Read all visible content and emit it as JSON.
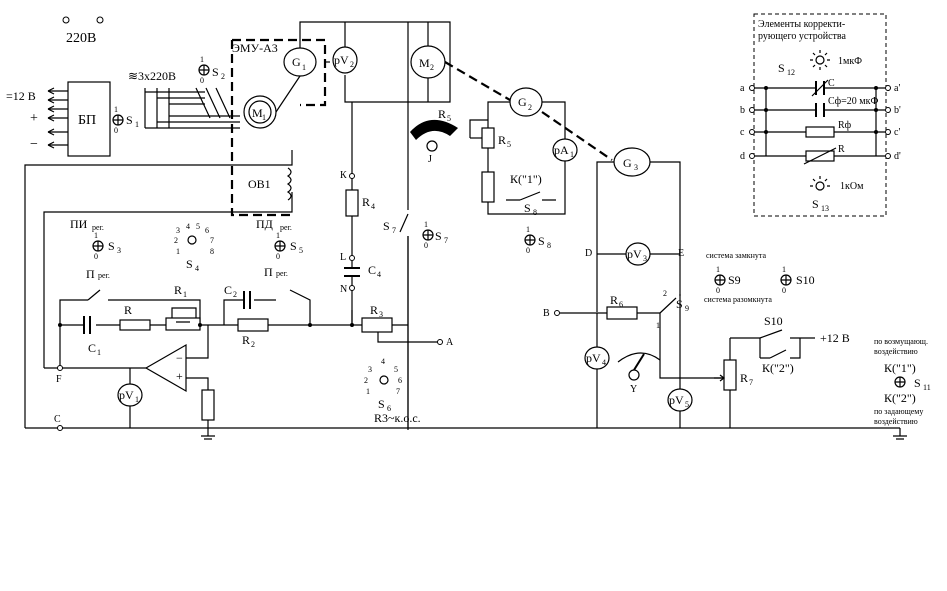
{
  "power": {
    "mains": "220В",
    "dc_out": "=12 В",
    "plus": "+",
    "minus": "−",
    "supply": "БП",
    "three_phase": "≋3х220В"
  },
  "machines": {
    "emu": "ЭМУ-А3",
    "g1": "G",
    "g1_sub": "1",
    "m1": "M",
    "m1_sub": "1",
    "m2": "M",
    "m2_sub": "2",
    "g2": "G",
    "g2_sub": "2",
    "g3": "G",
    "g3_sub": "3",
    "ov1": "ОВ1"
  },
  "meters": {
    "pv2": "pV",
    "pv2_sub": "2",
    "pa1": "pA",
    "pa1_sub": "1",
    "pv3": "pV",
    "pv3_sub": "3",
    "pv4": "pV",
    "pv4_sub": "4",
    "pv5": "pV",
    "pv5_sub": "5",
    "pv1": "pV",
    "pv1_sub": "1"
  },
  "switches": {
    "s1": "S",
    "s1_sub": "1",
    "s2": "S",
    "s2_sub": "2",
    "s3": "S",
    "s3_sub": "3",
    "s4": "S",
    "s4_sub": "4",
    "s5": "S",
    "s5_sub": "5",
    "s6": "S",
    "s6_sub": "6",
    "s7": "S",
    "s7_sub": "7",
    "s8": "S",
    "s8_sub": "8",
    "s9": "S",
    "s9_sub": "9",
    "s9_b": "S9",
    "s10": "S10",
    "s11": "S",
    "s11_sub": "11",
    "s12": "S",
    "s12_sub": "12",
    "s13": "S",
    "s13_sub": "13",
    "one": "1",
    "zero": "0"
  },
  "components": {
    "r": "R",
    "r1": "R",
    "r1_sub": "1",
    "r2": "R",
    "r2_sub": "2",
    "r3": "R",
    "r3_sub": "3",
    "r4": "R",
    "r4_sub": "4",
    "r5": "R",
    "r5_sub": "5",
    "r6": "R",
    "r6_sub": "6",
    "r7": "R",
    "r7_sub": "7",
    "c1": "C",
    "c1_sub": "1",
    "c2": "C",
    "c2_sub": "2",
    "c4": "C",
    "c4_sub": "4",
    "r3_koc": "R3~к.о.с."
  },
  "regulator": {
    "pi": "ПИ",
    "p": "П",
    "pd": "ПД",
    "p2": "П",
    "reg": "рег.",
    "s4_positions": [
      "1",
      "2",
      "3",
      "4",
      "5",
      "6",
      "7",
      "8"
    ],
    "s6_positions": [
      "1",
      "2",
      "3",
      "4",
      "5",
      "6",
      "7"
    ]
  },
  "nodes": {
    "k": "К",
    "l": "L",
    "n": "N",
    "a": "A",
    "b": "B",
    "c": "C",
    "d": "D",
    "e": "E",
    "f": "F",
    "j": "J",
    "y": "Y"
  },
  "relays": {
    "k1": "К(\"1\")",
    "k2": "К(\"2\")"
  },
  "right_panel": {
    "s9_on": "система замкнута",
    "s9_off": "система разомкнута",
    "plus12": "+12 В",
    "disturb_1": "по возмущающ.",
    "disturb_2": "воздействию",
    "setpoint_1": "по задающему",
    "setpoint_2": "воздействию",
    "contact_1": "1",
    "contact_2": "2"
  },
  "correction": {
    "title_1": "Элементы корректи-",
    "title_2": "рующего устройства",
    "cap_1mkf": "1мкФ",
    "c_label": "C",
    "cf_label": "Cф=20 мкФ",
    "rf_label": "Rф",
    "r_label": "R",
    "r_1kohm": "1кОм",
    "rows": [
      "a",
      "b",
      "c",
      "d"
    ],
    "rows_out": [
      "a'",
      "b'",
      "c'",
      "d'"
    ]
  }
}
